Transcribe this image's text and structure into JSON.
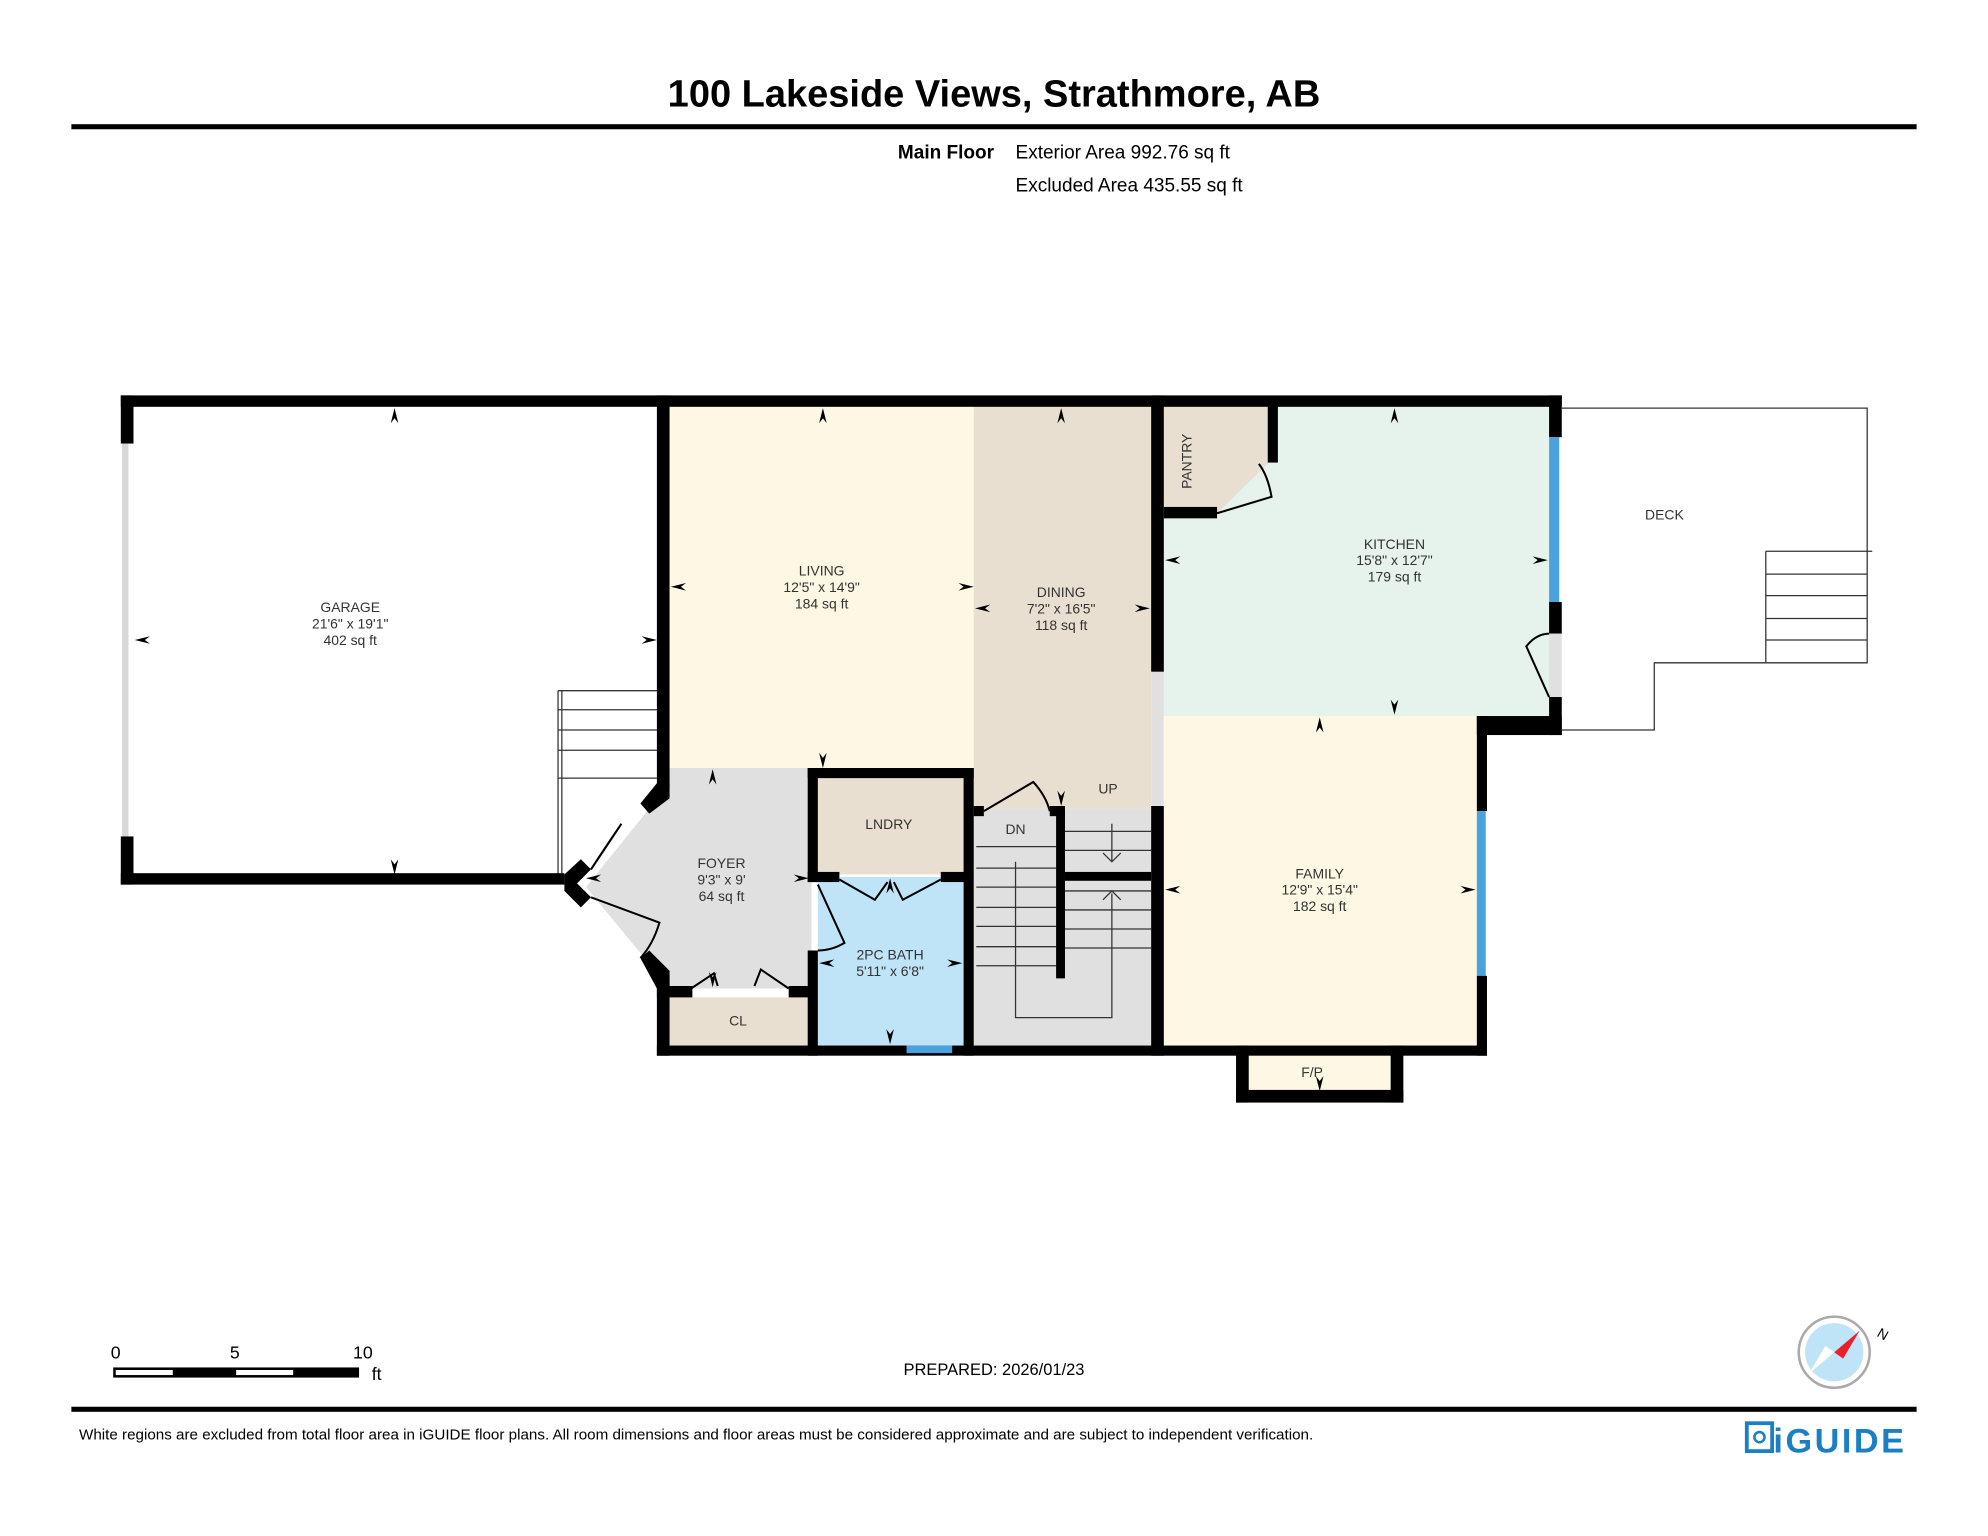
{
  "header": {
    "title": "100 Lakeside Views, Strathmore, AB",
    "floor_label": "Main Floor",
    "exterior_area": "Exterior Area 992.76 sq ft",
    "excluded_area": "Excluded Area 435.55 sq ft"
  },
  "rooms": {
    "garage": {
      "name": "GARAGE",
      "dims": "21'6\" x 19'1\"",
      "area": "402 sq ft"
    },
    "living": {
      "name": "LIVING",
      "dims": "12'5\" x 14'9\"",
      "area": "184 sq ft"
    },
    "dining": {
      "name": "DINING",
      "dims": "7'2\" x 16'5\"",
      "area": "118 sq ft"
    },
    "kitchen": {
      "name": "KITCHEN",
      "dims": "15'8\" x 12'7\"",
      "area": "179 sq ft"
    },
    "family": {
      "name": "FAMILY",
      "dims": "12'9\" x 15'4\"",
      "area": "182 sq ft"
    },
    "foyer": {
      "name": "FOYER",
      "dims": "9'3\" x 9'",
      "area": "64 sq ft"
    },
    "bath": {
      "name": "2PC BATH",
      "dims": "5'11\" x 6'8\""
    },
    "pantry": {
      "name": "PANTRY"
    },
    "laundry": {
      "name": "LNDRY"
    },
    "closet": {
      "name": "CL"
    },
    "deck": {
      "name": "DECK"
    },
    "fireplace": {
      "name": "F/P"
    },
    "stairs_up": "UP",
    "stairs_down": "DN"
  },
  "colors": {
    "living": "#fdf7e3",
    "dining": "#e8dfd0",
    "kitchen": "#e6f2ec",
    "bath": "#bfe3f7",
    "hall": "#e0e0e0",
    "window": "#4aa3df",
    "brand": "#1a7fc4",
    "compass_north": "#e8202a"
  },
  "scale_bar": {
    "ticks": [
      "0",
      "5",
      "10"
    ],
    "unit": "ft"
  },
  "prepared": "PREPARED: 2026/01/23",
  "compass": {
    "north_label": "N"
  },
  "footer": {
    "disclaimer": "White regions are excluded from total floor area in iGUIDE floor plans. All room dimensions and floor areas must be considered approximate and are subject to independent verification.",
    "logo": "iGUIDE"
  }
}
